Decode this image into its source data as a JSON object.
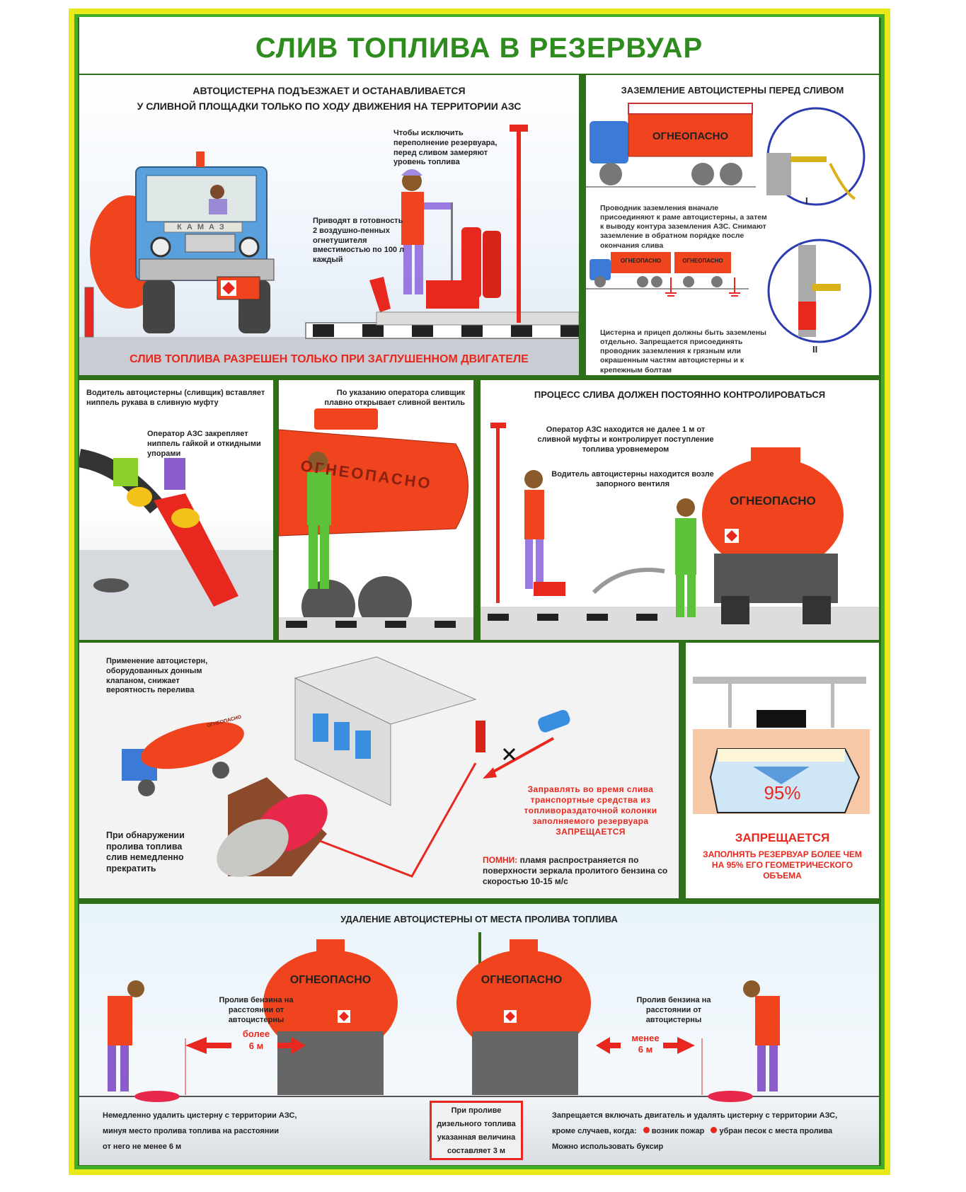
{
  "title": "СЛИВ ТОПЛИВА В РЕЗЕРВУАР",
  "colors": {
    "green": "#2e8b1e",
    "red": "#e8281e",
    "orange": "#f05a1e",
    "blue": "#3c8ad8",
    "purple": "#8a5ccc"
  },
  "panel_arrival": {
    "heading_1": "АВТОЦИСТЕРНА ПОДЪЕЗЖАЕТ И ОСТАНАВЛИВАЕТСЯ",
    "heading_2": "У СЛИВНОЙ ПЛОЩАДКИ ТОЛЬКО ПО ХОДУ ДВИЖЕНИЯ НА ТЕРРИТОРИИ АЗС",
    "note_level": "Чтобы исключить переполнение резервуара, перед сливом замеряют уровень топлива",
    "note_extinguishers": "Приводят в готовность 2 воздушно-пенных огнетушителя вместимостью по 100 л каждый",
    "truck_brand": "КАМАЗ",
    "footer": "СЛИВ ТОПЛИВА  РАЗРЕШЕН  ТОЛЬКО ПРИ ЗАГЛУШЕННОМ ДВИГАТЕЛЕ"
  },
  "panel_grounding": {
    "heading": "ЗАЗЕМЛЕНИЕ АВТОЦИСТЕРНЫ ПЕРЕД СЛИВОМ",
    "tank_label": "ОГНЕОПАСНО",
    "note_1": "Проводник заземления вначале присоединяют к раме автоцистерны, а затем к выводу контура заземления АЗС. Снимают заземление в обратном порядке после окончания слива",
    "circle_1": "I",
    "circle_2": "II",
    "trailer_label_1": "ОГНЕОПАСНО",
    "trailer_label_2": "ОГНЕОПАСНО",
    "note_2": "Цистерна и прицеп должны быть заземлены отдельно. Запрещается присоединять проводник заземления к грязным или окрашенным частям автоцистерны и к крепежным болтам"
  },
  "panel_coupling": {
    "note_driver": "Водитель автоцистерны (сливщик) вставляет ниппель рукава в сливную муфту",
    "note_operator": "Оператор АЗС закрепляет ниппель гайкой и откидными упорами"
  },
  "panel_valve": {
    "note": "По указанию оператора сливщик плавно открывает сливной вентиль",
    "tank_label": "ОГНЕОПАСНО"
  },
  "panel_control": {
    "heading": "ПРОЦЕСС СЛИВА ДОЛЖЕН ПОСТОЯННО КОНТРОЛИРОВАТЬСЯ",
    "note_operator": "Оператор АЗС находится не далее 1 м от сливной муфты и контролирует поступление топлива уровнемером",
    "note_driver": "Водитель автоцистерны находится возле запорного вентиля",
    "tank_label": "ОГНЕОПАСНО"
  },
  "panel_station": {
    "note_valve": "Применение автоцистерн, оборудованных донным клапаном, снижает вероятность перелива",
    "note_spill": "При обнаружении пролива топлива слив немедленно прекратить",
    "warning_refuel": "Заправлять во время слива транспортные средства из топливораздаточной колонки заполняемого резервуара",
    "warning_refuel_forbidden": "ЗАПРЕЩАЕТСЯ",
    "remember_label": "ПОМНИ:",
    "remember_text": "пламя распространяется по поверхности зеркала пролитого бензина со скоростью 10-15 м/с",
    "tank_label": "ОГНЕОПАСНО"
  },
  "panel_fill_limit": {
    "fill_percent": "95%",
    "forbidden": "ЗАПРЕЩАЕТСЯ",
    "text": "ЗАПОЛНЯТЬ РЕЗЕРВУАР БОЛЕЕ ЧЕМ НА 95% ЕГО ГЕОМЕТРИЧЕСКОГО ОБЪЕМА"
  },
  "panel_removal": {
    "heading": "УДАЛЕНИЕ АВТОЦИСТЕРНЫ ОТ МЕСТА ПРОЛИВА ТОПЛИВА",
    "left": {
      "tank_label": "ОГНЕОПАСНО",
      "spill_note": "Пролив бензина на расстоянии от автоцистерны",
      "distance_word": "более",
      "distance": "6 м",
      "instruction": [
        "Немедленно удалить цистерну с территории АЗС,",
        "минуя место пролива топлива на расстоянии",
        "от него не менее 6 м"
      ]
    },
    "right": {
      "tank_label": "ОГНЕОПАСНО",
      "spill_note": "Пролив бензина на расстоянии от автоцистерны",
      "distance_word": "менее",
      "distance": "6 м",
      "instruction_1": "Запрещается включать двигатель и удалять цистерну с территории АЗС,",
      "instruction_2": "кроме случаев, когда:",
      "case_1": "возник пожар",
      "case_2": "убран песок с места пролива",
      "instruction_3": "Можно использовать буксир"
    },
    "diesel_box": [
      "При проливе",
      "дизельного топлива",
      "указанная величина",
      "составляет 3 м"
    ]
  }
}
